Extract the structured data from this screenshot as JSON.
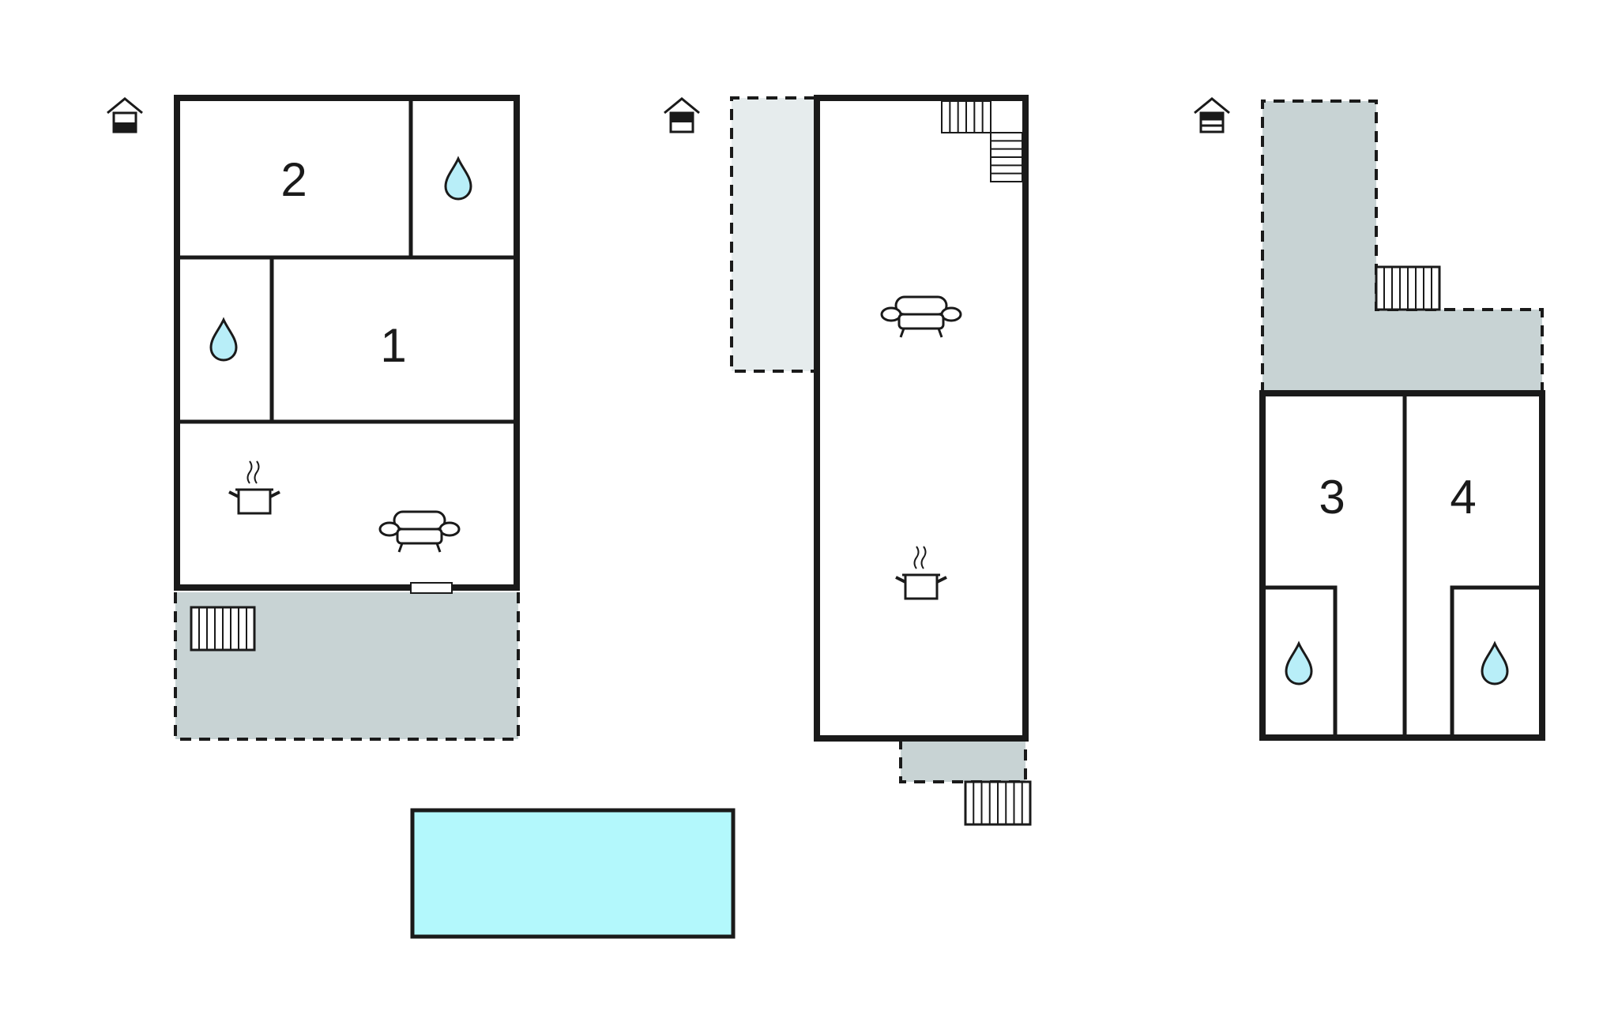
{
  "rooms": {
    "bedroom_1": "1",
    "bedroom_2": "2",
    "bedroom_3": "3",
    "bedroom_4": "4"
  },
  "colors": {
    "terrace": "#c8d3d4",
    "terrace_light": "#e6eced",
    "pool": "#b3f8fc",
    "water_drop": "#b8eef8",
    "wall": "#1a1a1a"
  },
  "icons": [
    "floor-level-icon",
    "bathroom-drop-icon",
    "kitchen-pot-icon",
    "living-sofa-icon",
    "stairs-icon"
  ]
}
